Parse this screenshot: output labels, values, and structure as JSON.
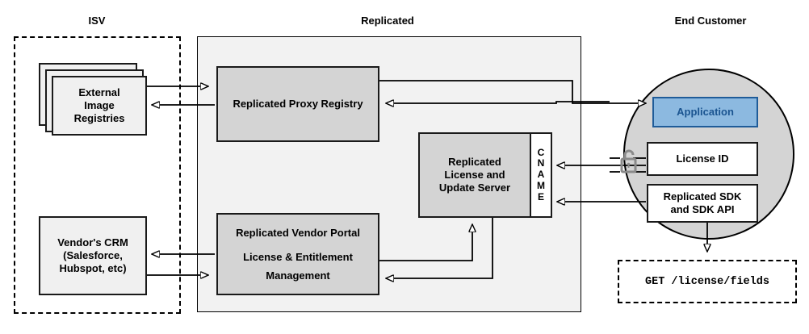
{
  "diagram": {
    "title_zones": {
      "isv": "ISV",
      "replicated": "Replicated",
      "end_customer": "End Customer"
    },
    "colors": {
      "zone_fill": "#f2f2f2",
      "node_gray": "#d4d4d4",
      "node_light": "#f0f0f0",
      "node_white": "#ffffff",
      "application_fill": "#8cb9e0",
      "application_stroke": "#1f5c99",
      "application_text": "#1a5490",
      "circle_fill": "#d4d4d4",
      "stroke": "#1a1a1a",
      "lock_icon": "#8a8a8a"
    },
    "isv": {
      "registries": {
        "line1": "External",
        "line2": "Image",
        "line3": "Registries",
        "stack_count": 3
      },
      "crm": {
        "line1": "Vendor's CRM",
        "line2": "(Salesforce,",
        "line3": "Hubspot, etc)"
      }
    },
    "replicated": {
      "proxy_registry": "Replicated Proxy Registry",
      "license_server": {
        "line1": "Replicated",
        "line2": "License and",
        "line3": "Update Server"
      },
      "cname": {
        "label": "CNAME",
        "letters": [
          "C",
          "N",
          "A",
          "M",
          "E"
        ]
      },
      "vendor_portal": {
        "line1": "Replicated Vendor Portal",
        "line2": "License & Entitlement",
        "line3": "Management"
      }
    },
    "end_customer": {
      "application": "Application",
      "license_id": "License ID",
      "sdk": {
        "line1": "Replicated SDK",
        "line2": "and SDK API"
      },
      "lock_icon_name": "unlocked-padlock-icon",
      "api_call": "GET /license/fields"
    }
  }
}
